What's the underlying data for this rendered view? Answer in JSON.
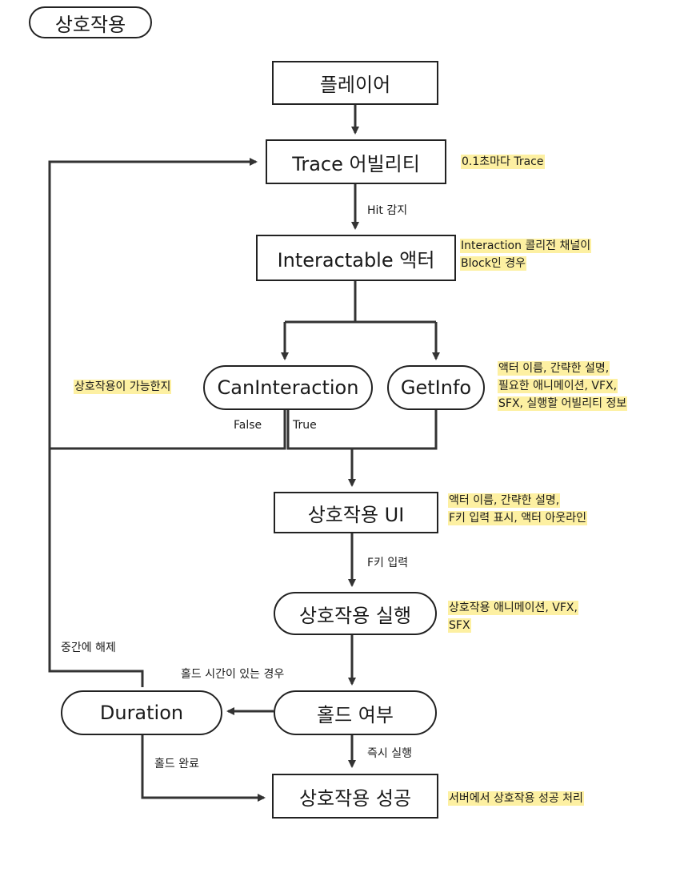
{
  "title": "상호작용",
  "nodes": {
    "player": "플레이어",
    "trace": "Trace 어빌리티",
    "interactable": "Interactable 액터",
    "can_interaction": "CanInteraction",
    "get_info": "GetInfo",
    "interaction_ui": "상호작용 UI",
    "interaction_exec": "상호작용 실행",
    "hold_check": "홀드 여부",
    "duration": "Duration",
    "success": "상호작용 성공"
  },
  "edge_labels": {
    "hit": "Hit 감지",
    "false": "False",
    "true": "True",
    "f_key": "F키 입력",
    "cancel": "중간에 해제",
    "hold_time": "홀드 시간이 있는 경우",
    "instant": "즉시 실행",
    "hold_done": "홀드 완료"
  },
  "notes": {
    "trace": "0.1초마다 Trace",
    "interactable_1": "Interaction 콜리전 채널이",
    "interactable_2": "Block인 경우",
    "can_interaction": "상호작용이 가능한지",
    "get_info_1": "액터 이름, 간략한 설명,",
    "get_info_2": "필요한 애니메이션, VFX,",
    "get_info_3": "SFX, 실행할 어빌리티 정보",
    "ui_1": "액터 이름, 간략한 설명,",
    "ui_2": "F키 입력 표시, 액터 아웃라인",
    "exec_1": "상호작용 애니메이션, VFX,",
    "exec_2": "SFX",
    "success": "서버에서 상호작용 성공 처리"
  },
  "colors": {
    "line": "#333333",
    "highlight": "#fdf0a2"
  }
}
